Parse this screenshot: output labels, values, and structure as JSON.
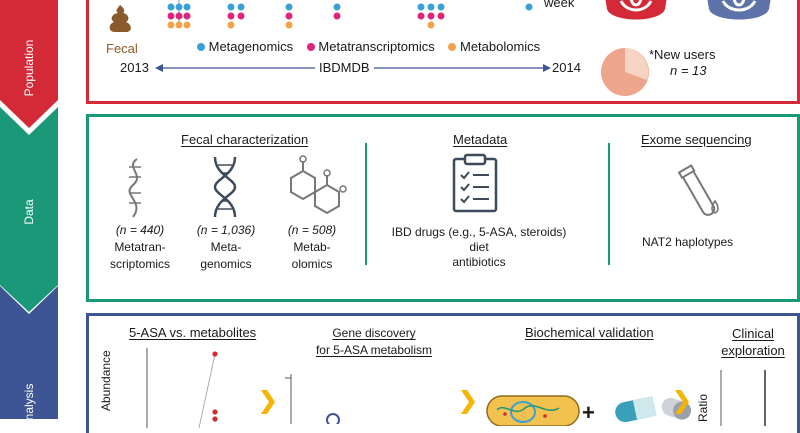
{
  "colors": {
    "population": "#d42a37",
    "data": "#1a9878",
    "analysis": "#3d5595",
    "metagenomics": "#3aa0d8",
    "metatranscriptomics": "#e0247a",
    "metabolomics": "#f2a24a",
    "fecal": "#8b5a2b",
    "chevron": "#f4b400"
  },
  "bands": {
    "population": "Population",
    "data": "Data",
    "analysis": "Analysis"
  },
  "population": {
    "fecal_label": "Fecal",
    "legend": [
      "Metagenomics",
      "Metatranscriptomics",
      "Metabolomics"
    ],
    "timeline": {
      "start": "2013",
      "label": "IBDMDB",
      "end": "2014"
    },
    "week_label": "week",
    "new_users": {
      "label": "*New users",
      "n": "n = 13"
    }
  },
  "data": {
    "fecal": {
      "title": "Fecal characterization",
      "items": [
        {
          "n": "(n = 440)",
          "name1": "Metatran-",
          "name2": "scriptomics"
        },
        {
          "n": "(n = 1,036)",
          "name1": "Meta-",
          "name2": "genomics"
        },
        {
          "n": "(n = 508)",
          "name1": "Metab-",
          "name2": "olomics"
        }
      ]
    },
    "metadata": {
      "title": "Metadata",
      "lines": [
        "IBD drugs (e.g., 5-ASA, steroids)",
        "diet",
        "antibiotics"
      ]
    },
    "exome": {
      "title": "Exome sequencing",
      "text": "NAT2 haplotypes"
    }
  },
  "analysis": {
    "col1": "5-ASA vs. metabolites",
    "col1_axis": "Abundance",
    "col2_line1": "Gene discovery",
    "col2_line2": "for 5-ASA metabolism",
    "col3": "Biochemical validation",
    "col4_line1": "Clinical",
    "col4_line2": "exploration",
    "col4_axis": "Ratio"
  }
}
